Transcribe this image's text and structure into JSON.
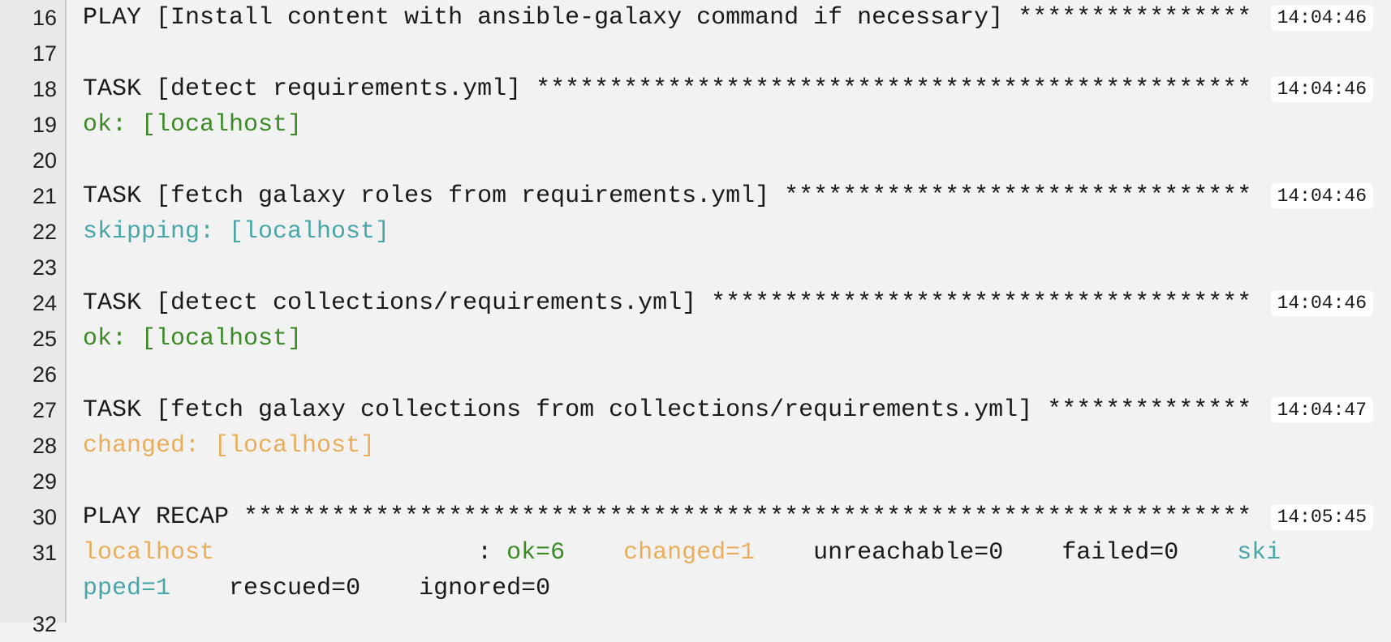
{
  "colors": {
    "ok": "#3b8a26",
    "skipping": "#49a6a8",
    "changed": "#e8ae5c",
    "default": "#1a1a1a"
  },
  "lines": [
    {
      "num": "16",
      "time": "14:04:46",
      "segments": [
        {
          "text": "PLAY [Install content with ansible-galaxy command if necessary] ****************",
          "color": "default"
        }
      ]
    },
    {
      "num": "17",
      "segments": []
    },
    {
      "num": "18",
      "time": "14:04:46",
      "segments": [
        {
          "text": "TASK [detect requirements.yml] *************************************************",
          "color": "default"
        }
      ]
    },
    {
      "num": "19",
      "segments": [
        {
          "text": "ok: [localhost]",
          "color": "ok"
        }
      ]
    },
    {
      "num": "20",
      "segments": []
    },
    {
      "num": "21",
      "time": "14:04:46",
      "segments": [
        {
          "text": "TASK [fetch galaxy roles from requirements.yml] ********************************",
          "color": "default"
        }
      ]
    },
    {
      "num": "22",
      "segments": [
        {
          "text": "skipping: [localhost]",
          "color": "skipping"
        }
      ]
    },
    {
      "num": "23",
      "segments": []
    },
    {
      "num": "24",
      "time": "14:04:46",
      "segments": [
        {
          "text": "TASK [detect collections/requirements.yml] *************************************",
          "color": "default"
        }
      ]
    },
    {
      "num": "25",
      "segments": [
        {
          "text": "ok: [localhost]",
          "color": "ok"
        }
      ]
    },
    {
      "num": "26",
      "segments": []
    },
    {
      "num": "27",
      "time": "14:04:47",
      "segments": [
        {
          "text": "TASK [fetch galaxy collections from collections/requirements.yml] **************",
          "color": "default"
        }
      ]
    },
    {
      "num": "28",
      "segments": [
        {
          "text": "changed: [localhost]",
          "color": "changed"
        }
      ]
    },
    {
      "num": "29",
      "segments": []
    },
    {
      "num": "30",
      "time": "14:05:45",
      "segments": [
        {
          "text": "PLAY RECAP *********************************************************************",
          "color": "default"
        }
      ]
    },
    {
      "num": "31",
      "segments": [
        {
          "text": "localhost",
          "color": "changed"
        },
        {
          "text": "                  : ",
          "color": "default"
        },
        {
          "text": "ok=6",
          "color": "ok"
        },
        {
          "text": "    ",
          "color": "default"
        },
        {
          "text": "changed=1",
          "color": "changed"
        },
        {
          "text": "    unreachable=0    failed=0    ",
          "color": "default"
        },
        {
          "text": "ski",
          "color": "skipping"
        }
      ]
    },
    {
      "num": "",
      "segments": [
        {
          "text": "pped=1",
          "color": "skipping"
        },
        {
          "text": "    rescued=0    ignored=0",
          "color": "default"
        }
      ]
    },
    {
      "num": "32",
      "segments": []
    }
  ]
}
